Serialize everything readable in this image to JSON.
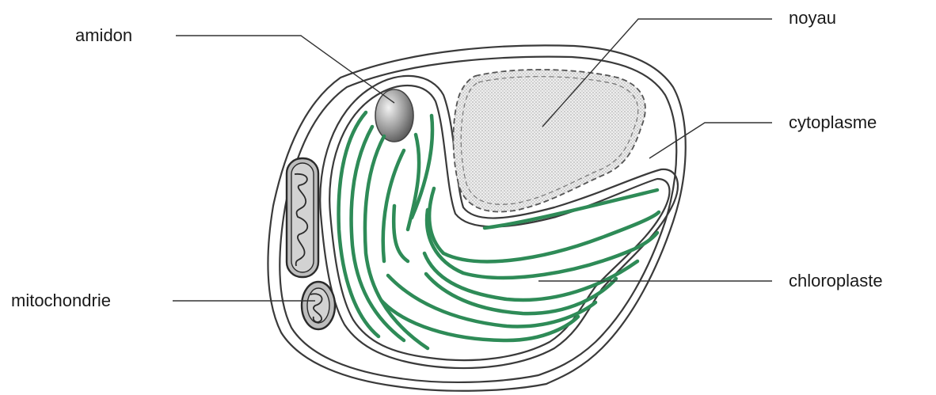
{
  "labels": {
    "amidon": "amidon",
    "noyau": "noyau",
    "cytoplasme": "cytoplasme",
    "mitochondrie": "mitochondrie",
    "chloroplaste": "chloroplaste"
  },
  "colors": {
    "thylakoid": "#2e8b57",
    "nucleus_fill": "#e3e3e3",
    "mitochondrion_fill": "#bdbdbd",
    "outline": "#3a3a3a"
  }
}
